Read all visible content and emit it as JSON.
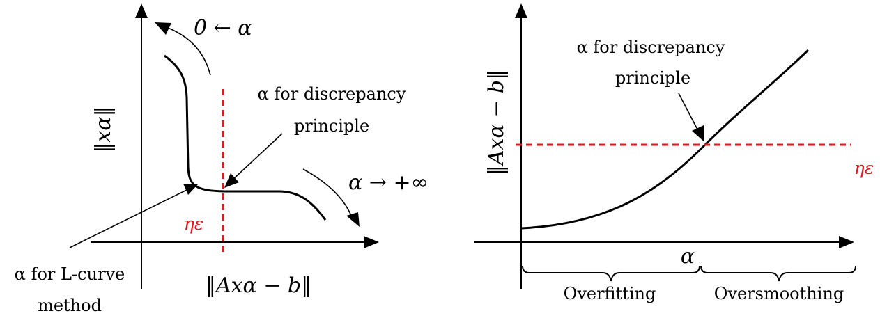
{
  "colors": {
    "ink": "#000000",
    "threshold": "#e8141e"
  },
  "left_diagram": {
    "x_axis_label": "‖Axα − b‖",
    "y_axis_label": "‖xα‖",
    "arrow_small_alpha": "0 ← α",
    "arrow_large_alpha": "α → +∞",
    "discrepancy_label_line1": "α for discrepancy",
    "discrepancy_label_line2": "principle",
    "threshold_label": "ηε",
    "lcurve_label_line1": "α for L-curve",
    "lcurve_label_line2": "method"
  },
  "right_diagram": {
    "x_axis_label": "α",
    "y_axis_label": "‖Axα − b‖",
    "discrepancy_label_line1": "α for discrepancy",
    "discrepancy_label_line2": "principle",
    "threshold_label": "ηε",
    "region_left": "Overfitting",
    "region_right": "Oversmoothing"
  }
}
